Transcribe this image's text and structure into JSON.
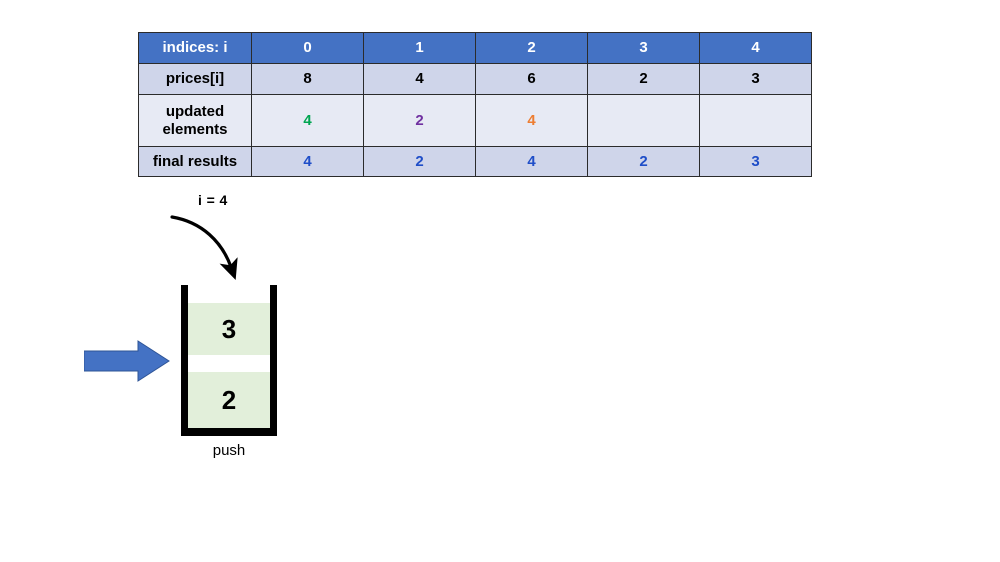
{
  "table": {
    "row_labels": [
      "indices: i",
      "prices[i]",
      "updated elements",
      "final results"
    ],
    "rows": [
      {
        "name": "indices",
        "label": "indices: i",
        "values": [
          "0",
          "1",
          "2",
          "3",
          "4"
        ]
      },
      {
        "name": "prices",
        "label": "prices[i]",
        "values": [
          "8",
          "4",
          "6",
          "2",
          "3"
        ]
      },
      {
        "name": "updated-elements",
        "label_line1": "updated",
        "label_line2": "elements",
        "values": [
          "4",
          "2",
          "4",
          "",
          ""
        ]
      },
      {
        "name": "final-results",
        "label": "final results",
        "values": [
          "4",
          "2",
          "4",
          "2",
          "3"
        ]
      }
    ],
    "colors": {
      "header_bg": "#4472C4",
      "header_text": "#FFFFFF",
      "row_bg_alt": "#CFD5EA",
      "row_bg_light": "#E7EAF4",
      "final_text": "#1F4EC8",
      "updated_value_colors": [
        "#00A550",
        "#7030A0",
        "#ED7D31",
        "",
        ""
      ]
    }
  },
  "pointer": {
    "index_label": "i = 4",
    "curve_arrow_icon": "curved-arrow-down-icon"
  },
  "stack": {
    "cells": [
      {
        "value": "3",
        "position": "top"
      },
      {
        "value": "2",
        "position": "bottom"
      }
    ],
    "caption": "push",
    "cell_fill": "#E2EFDA",
    "wall_color": "#000000"
  },
  "block_arrow": {
    "icon": "right-block-arrow-icon",
    "fill": "#4472C4",
    "stroke": "#2E5496"
  }
}
